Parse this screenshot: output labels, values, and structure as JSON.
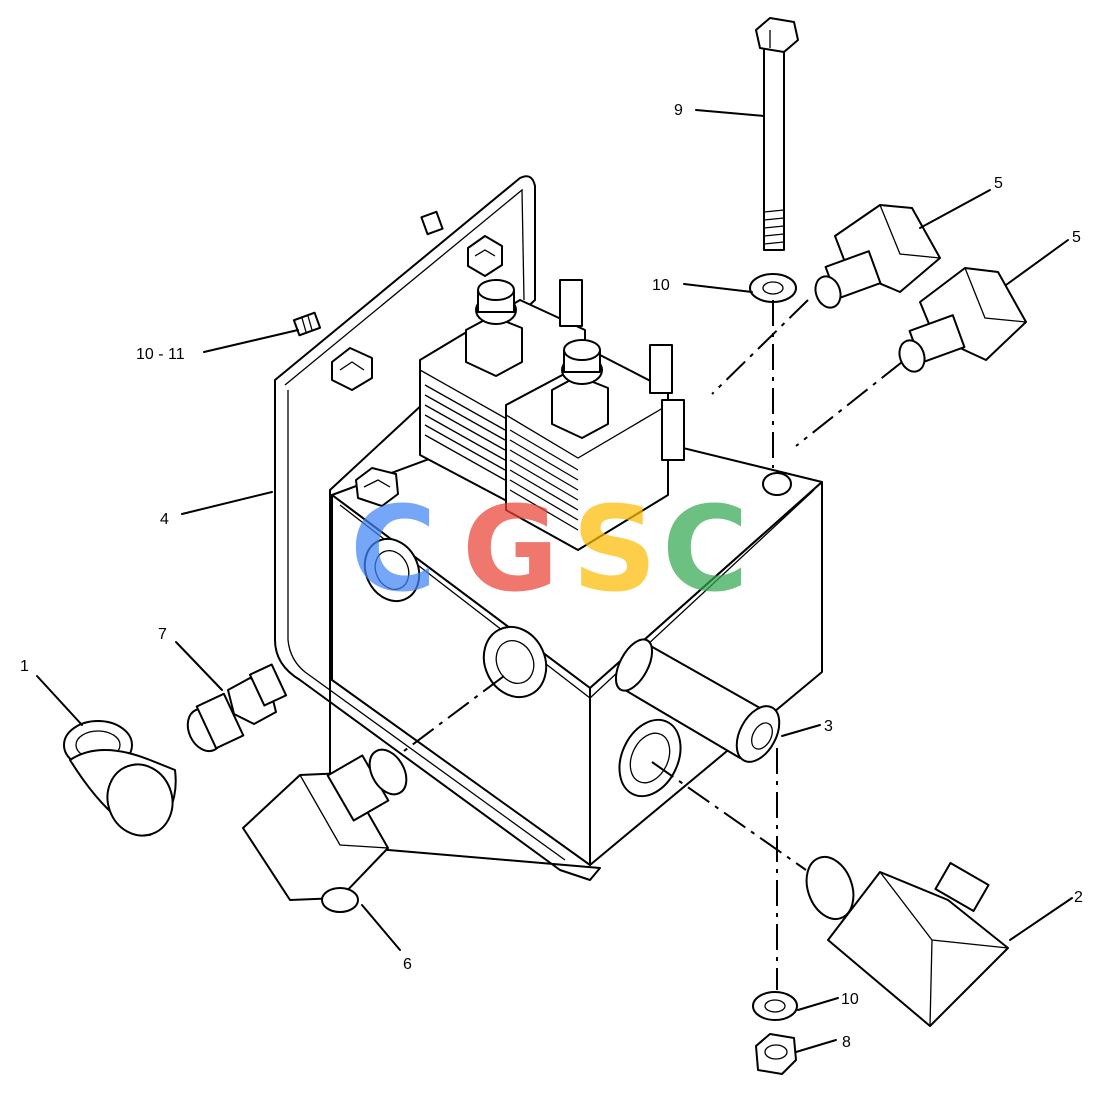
{
  "callouts": {
    "c1": "1",
    "c2": "2",
    "c3": "3",
    "c4": "4",
    "c5a": "5",
    "c5b": "5",
    "c6": "6",
    "c7": "7",
    "c8": "8",
    "c9": "9",
    "c10a": "10",
    "c10b": "10",
    "c1011": "10 - 11"
  },
  "watermark": {
    "letters": [
      "C",
      "G",
      "S",
      "C"
    ],
    "colors": [
      "#4285f4",
      "#ea4335",
      "#fbbc05",
      "#34a853"
    ]
  }
}
